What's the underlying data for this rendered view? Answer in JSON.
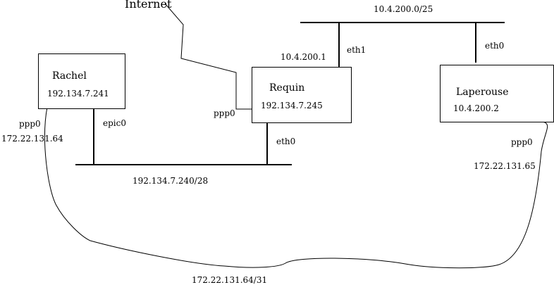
{
  "internet_label": "Internet",
  "networks": {
    "top": "10.4.200.0/25",
    "bottom": "192.134.7.240/28",
    "ppp": "172.22.131.64/31"
  },
  "hosts": {
    "rachel": {
      "name": "Rachel",
      "ip": "192.134.7.241"
    },
    "requin": {
      "name": "Requin",
      "ip": "192.134.7.245"
    },
    "laperouse": {
      "name": "Laperouse",
      "ip": "10.4.200.2"
    }
  },
  "interfaces": {
    "rachel_ppp0": {
      "name": "ppp0",
      "ip": "172.22.131.64"
    },
    "rachel_epic0": {
      "name": "epic0"
    },
    "requin_ppp0": {
      "name": "ppp0"
    },
    "requin_eth0": {
      "name": "eth0"
    },
    "requin_eth1": {
      "name": "eth1",
      "ip": "10.4.200.1"
    },
    "laperouse_eth0": {
      "name": "eth0"
    },
    "laperouse_ppp0": {
      "name": "ppp0",
      "ip": "172.22.131.65"
    }
  }
}
